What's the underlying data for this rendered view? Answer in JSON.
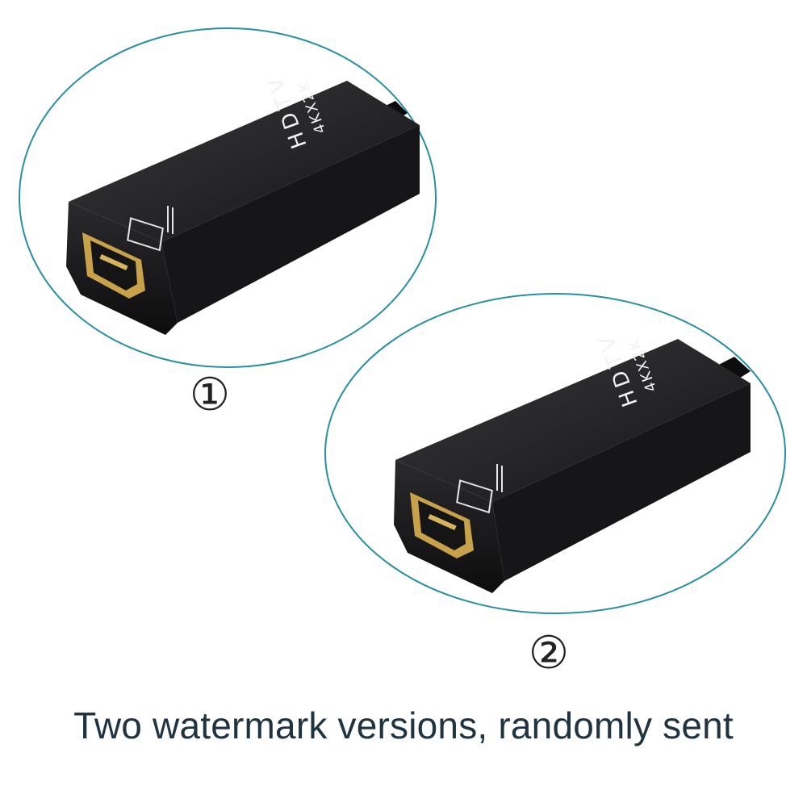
{
  "variants": [
    {
      "marker": "①",
      "label_line1": "HDTV",
      "label_line2": "4KX2K"
    },
    {
      "marker": "②",
      "label_line1": "HDTV",
      "label_line2": "4KX2K"
    }
  ],
  "caption": "Two watermark versions, randomly sent",
  "colors": {
    "ring": "#2a8fa0",
    "adapter_body": "#1c1c1e",
    "port_gold": "#c8a24a",
    "caption_text": "#1f3340"
  }
}
